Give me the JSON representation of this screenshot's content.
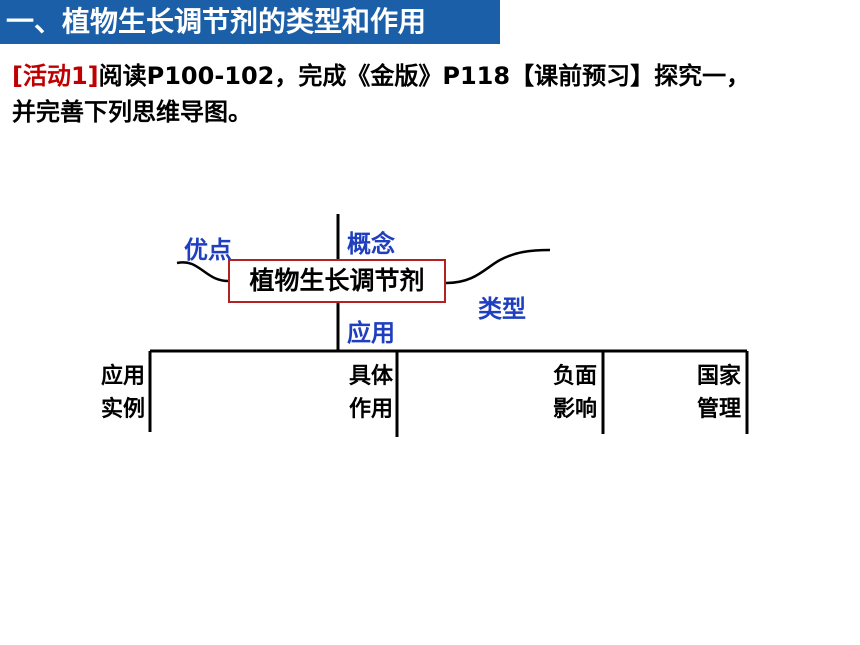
{
  "header": {
    "title": "一、植物生长调节剂的类型和作用"
  },
  "activity": {
    "tag": "[活动1]",
    "line1": "阅读P100-102，完成《金版》P118【课前预习】探究一，",
    "line2": "并完善下列思维导图。"
  },
  "mindmap": {
    "center": "植物生长调节剂",
    "branches": {
      "advantage": "优点",
      "concept": "概念",
      "type": "类型",
      "application": "应用"
    },
    "columns": [
      {
        "line1": "应用",
        "line2": "实例"
      },
      {
        "line1": "具体",
        "line2": "作用"
      },
      {
        "line1": "负面",
        "line2": "影响"
      },
      {
        "line1": "国家",
        "line2": "管理"
      }
    ]
  }
}
